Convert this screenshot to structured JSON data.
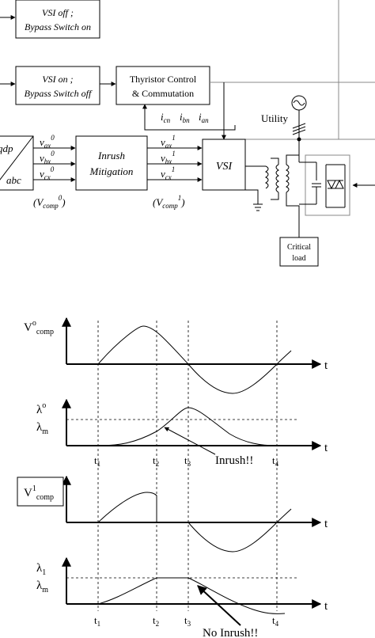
{
  "blocks": {
    "vsi_off_l1": "VSI off ;",
    "vsi_off_l2": "Bypass Switch on",
    "vsi_on_l1": "VSI on ;",
    "vsi_on_l2": "Bypass Switch off",
    "thyristor_l1": "Thyristor Control",
    "thyristor_l2": "& Commutation",
    "inrush_l1": "Inrush",
    "inrush_l2": "Mitigation",
    "vsi": "VSI",
    "qdp": "qdp",
    "abc": "abc",
    "critical_l1": "Critical",
    "critical_l2": "load",
    "utility": "Utility"
  },
  "signals": {
    "i_cn": "i",
    "i_cn_sub": "cn",
    "i_bn": "i",
    "i_bn_sub": "bn",
    "i_an": "i",
    "i_an_sub": "an",
    "v": "v",
    "vax0_sub": "ax",
    "vbx0_sub": "bx",
    "vcx0_sub": "cx",
    "sup0": "0",
    "sup1": "1",
    "vcomp0_open": "(V",
    "vcomp_sub": "comp",
    "vcomp0_close": ")",
    "vcomp1_open": "(V"
  },
  "plots": {
    "v0_label": "V",
    "v0_sup": "o",
    "v0_sub": "comp",
    "lambda0_label": "λ",
    "lambda0_sup": "o",
    "lambda_m": "λ",
    "lambda_m_sub": "m",
    "v1_label": "V",
    "v1_sup": "1",
    "v1_sub": "comp",
    "lambda1_label": "λ",
    "lambda1_sub": "1",
    "t_axis": "t",
    "t1": "t",
    "t1_sub": "1",
    "t2": "t",
    "t2_sub": "2",
    "t3": "t",
    "t3_sub": "3",
    "t4": "t",
    "t4_sub": "4",
    "inrush_note": "Inrush!!",
    "no_inrush_note": "No Inrush!!"
  }
}
